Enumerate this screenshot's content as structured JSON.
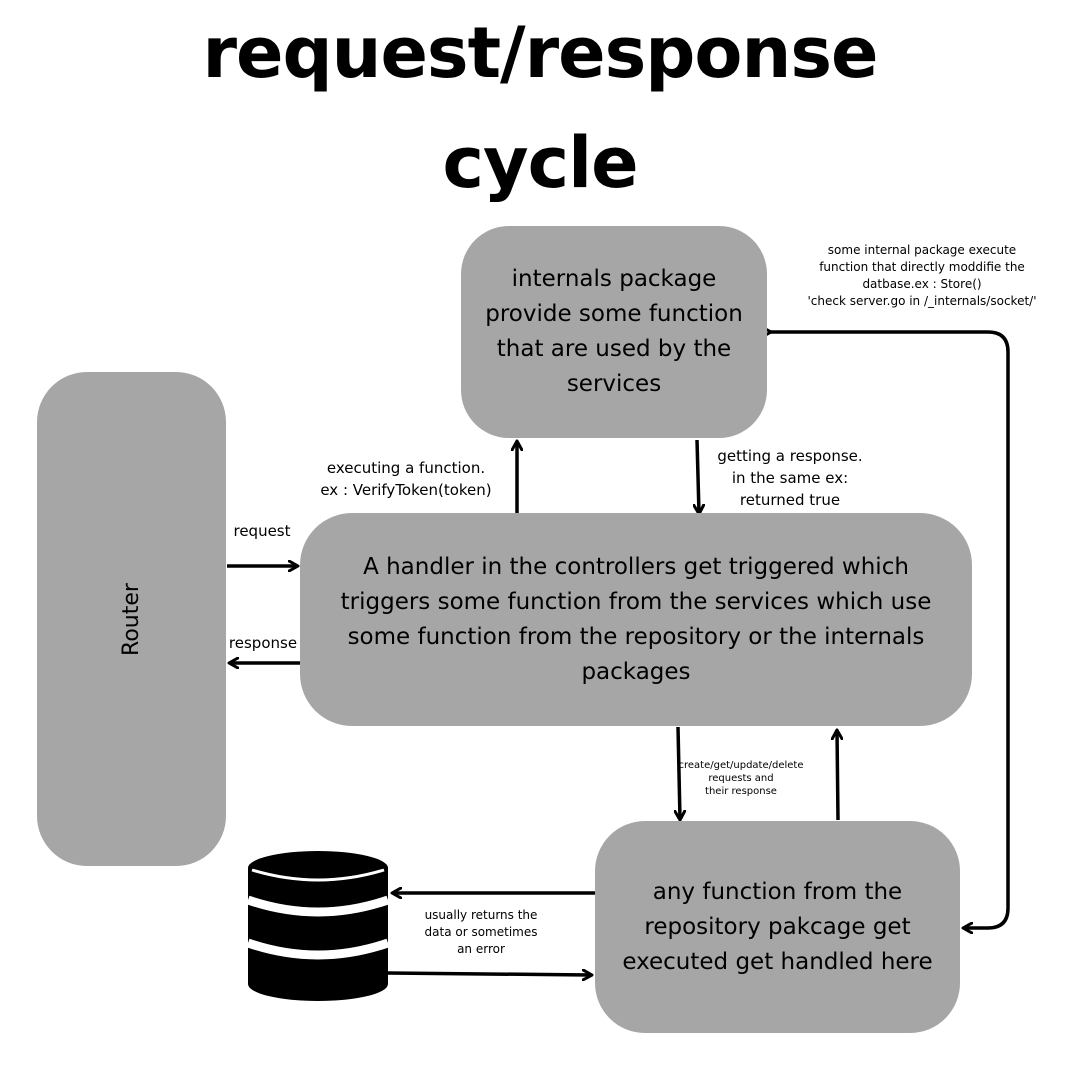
{
  "title": {
    "line1": "request/response",
    "line2": "cycle"
  },
  "boxes": {
    "internals": "internals package provide some function that are used by the services",
    "router": "Router",
    "handler": "A handler in the controllers get triggered which triggers some function from the services which use some function from the repository or the internals packages",
    "repository": "any function from the repository pakcage get executed get handled here"
  },
  "labels": {
    "internal_note": [
      "some internal package execute",
      "function that directly moddifie the",
      "datbase.ex : Store()",
      "'check server.go in /_internals/socket/'"
    ],
    "executing": [
      "executing a function.",
      "ex : VerifyToken(token)"
    ],
    "getting": [
      "getting a response.",
      "in the same ex:",
      "returned true"
    ],
    "request": "request",
    "response": "response",
    "crud": [
      "create/get/update/delete",
      "requests and",
      "their response"
    ],
    "returns": [
      "usually returns the",
      "data or sometimes",
      "an error"
    ]
  },
  "icons": {
    "database": "database-icon"
  },
  "colors": {
    "box_fill": "#a6a6a6",
    "arrow": "#000000",
    "background": "#ffffff"
  }
}
